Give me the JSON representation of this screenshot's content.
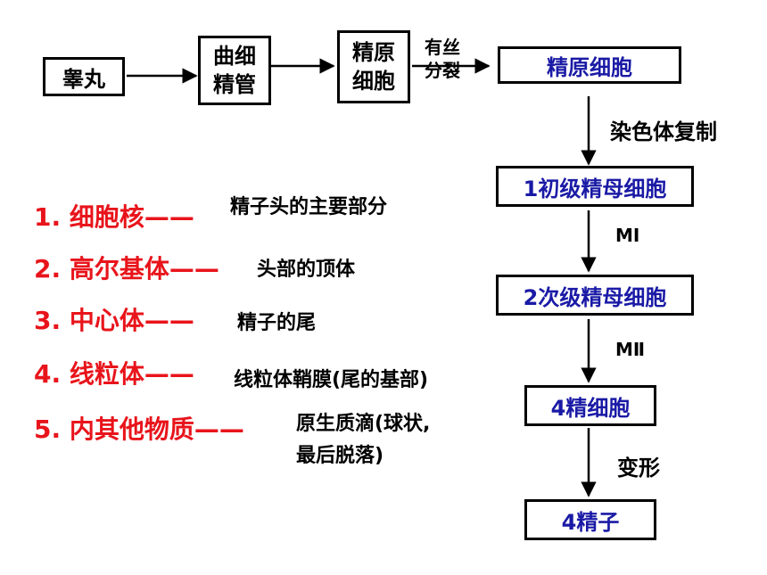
{
  "top_flow": {
    "testis": "睾丸",
    "tubule_line1": "曲细",
    "tubule_line2": "精管",
    "spermatogonium_line1": "精原",
    "spermatogonium_line2": "细胞",
    "mitosis_line1": "有丝",
    "mitosis_line2": "分裂"
  },
  "stages": {
    "spermatogonium": "精原细胞",
    "primary": "1初级精母细胞",
    "secondary": "2次级精母细胞",
    "spermatid": "4精细胞",
    "sperm": "4精子"
  },
  "steps": {
    "replication": "染色体复制",
    "meiosis1": "MⅠ",
    "meiosis2": "MⅡ",
    "transform": "变形"
  },
  "structures": [
    {
      "part": "1. 细胞核——",
      "becomes": "精子头的主要部分"
    },
    {
      "part": "2. 高尔基体——",
      "becomes": "头部的顶体"
    },
    {
      "part": "3. 中心体——",
      "becomes": "精子的尾"
    },
    {
      "part": "4. 线粒体——",
      "becomes": "线粒体鞘膜(尾的基部)"
    },
    {
      "part": "5. 内其他物质——",
      "becomes_line1": "原生质滴(球状,",
      "becomes_line2": "最后脱落)"
    }
  ],
  "colors": {
    "stage_text": "#1a1aa6",
    "structure_text": "#e8141b"
  }
}
